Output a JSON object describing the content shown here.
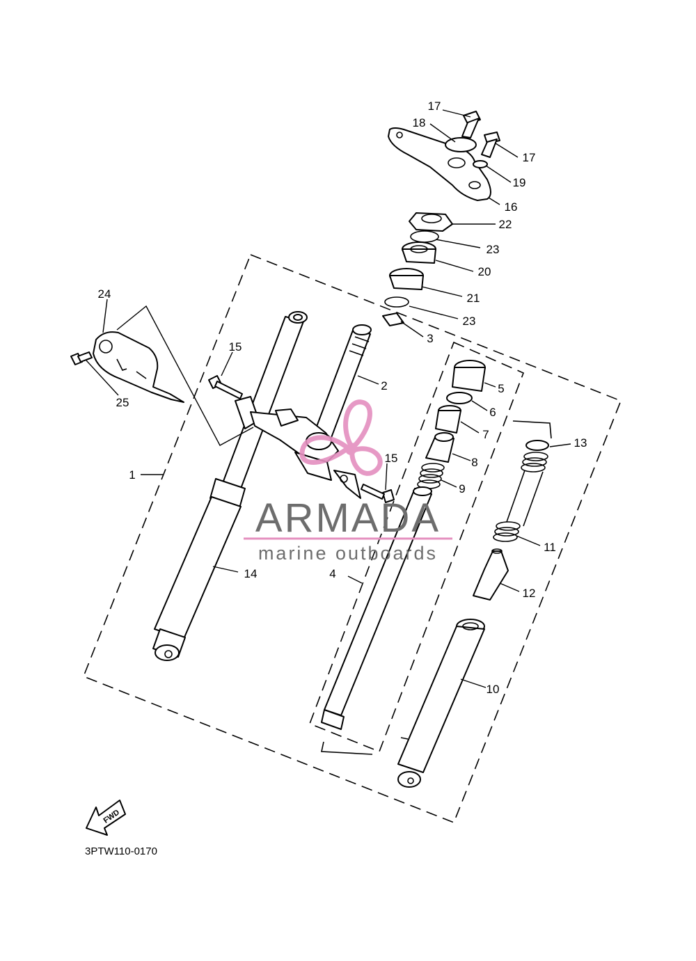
{
  "callouts": {
    "c1": "1",
    "c2": "2",
    "c3": "3",
    "c4": "4",
    "c5": "5",
    "c6": "6",
    "c7": "7",
    "c8": "8",
    "c9": "9",
    "c10": "10",
    "c11": "11",
    "c12": "12",
    "c13": "13",
    "c14": "14",
    "c15a": "15",
    "c15b": "15",
    "c16": "16",
    "c17a": "17",
    "c17b": "17",
    "c18": "18",
    "c19": "19",
    "c20": "20",
    "c21": "21",
    "c22": "22",
    "c23a": "23",
    "c23b": "23",
    "c24": "24",
    "c25": "25"
  },
  "watermark": {
    "brand": "ARMADA",
    "tagline": "marine outboards",
    "logo_color": "#e48fbf",
    "text_color": "#6d6d6d"
  },
  "fwd_arrow": {
    "label": "FWD"
  },
  "drawing_code": "3PTW110-0170"
}
